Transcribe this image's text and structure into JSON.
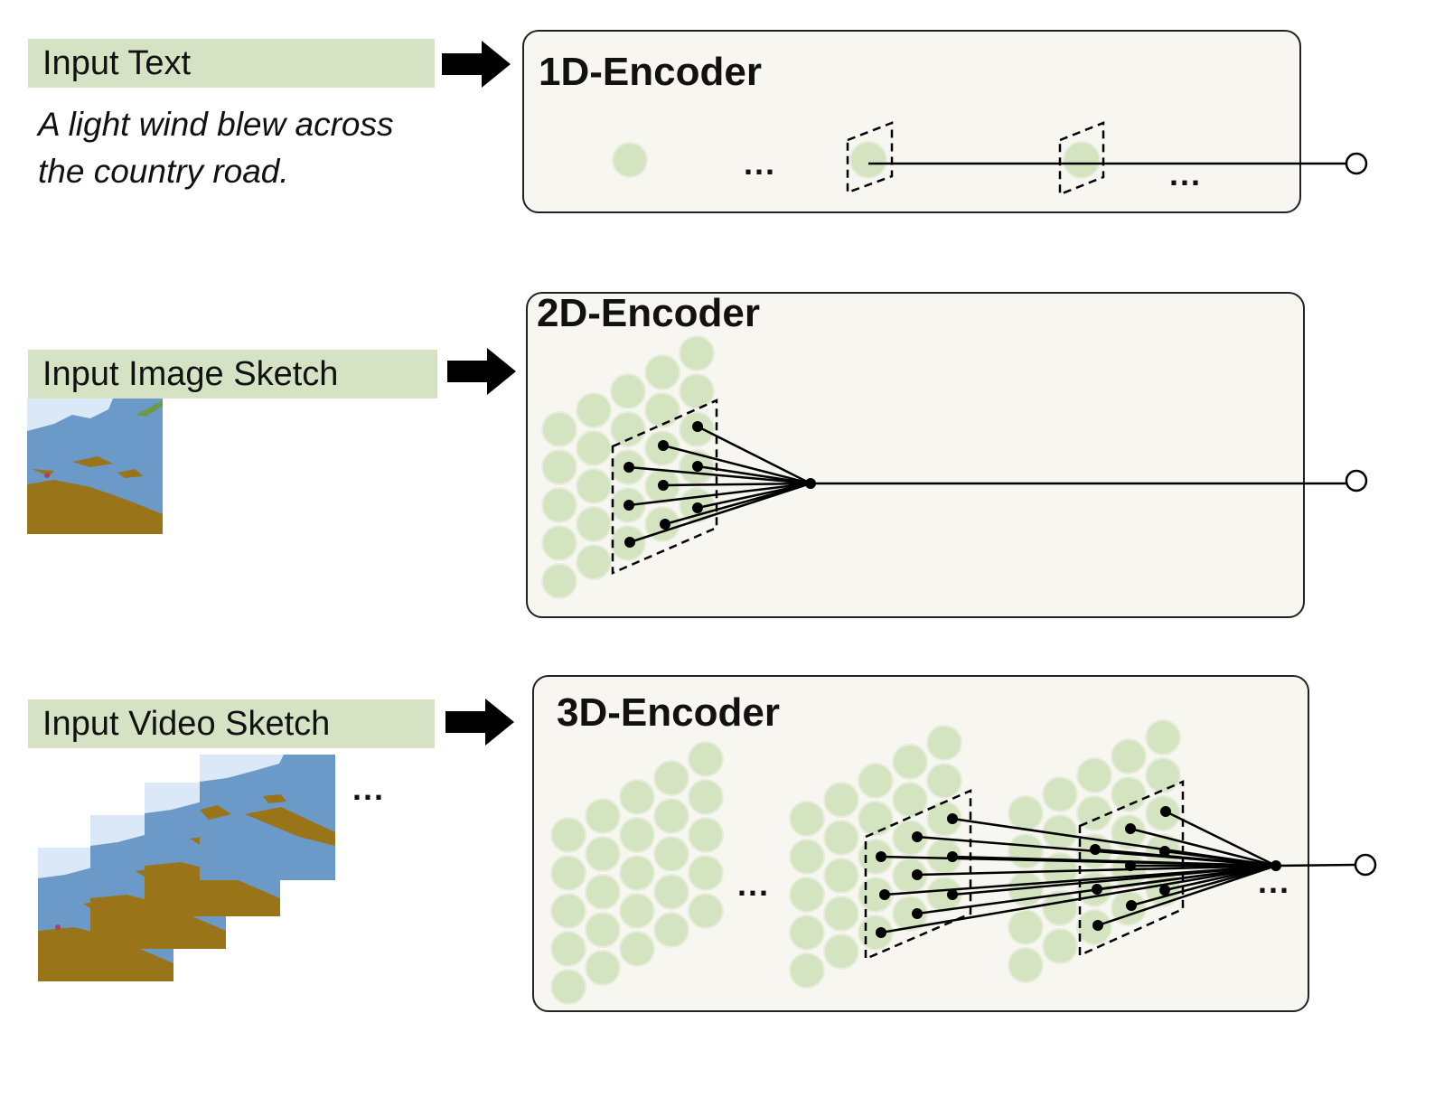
{
  "inputs": {
    "text": {
      "label": "Input Text",
      "sample_line1": "A light wind blew across",
      "sample_line2": "the country road."
    },
    "image": {
      "label": "Input Image Sketch"
    },
    "video": {
      "label": "Input Video Sketch",
      "ellipsis": "..."
    }
  },
  "encoders": {
    "enc1d": {
      "title": "1D-Encoder",
      "ellipsis_a": "...",
      "ellipsis_b": "..."
    },
    "enc2d": {
      "title": "2D-Encoder"
    },
    "enc3d": {
      "title": "3D-Encoder",
      "ellipsis_a": "...",
      "ellipsis_b": "..."
    }
  },
  "colors": {
    "label_bg": "#d5e3c4",
    "node_fill": "#d4e4c0",
    "box_bg": "#f8f6f0",
    "sketch_water": "#6b9ac8",
    "sketch_land": "#9a7418",
    "sketch_sky": "#dbe8f8"
  }
}
